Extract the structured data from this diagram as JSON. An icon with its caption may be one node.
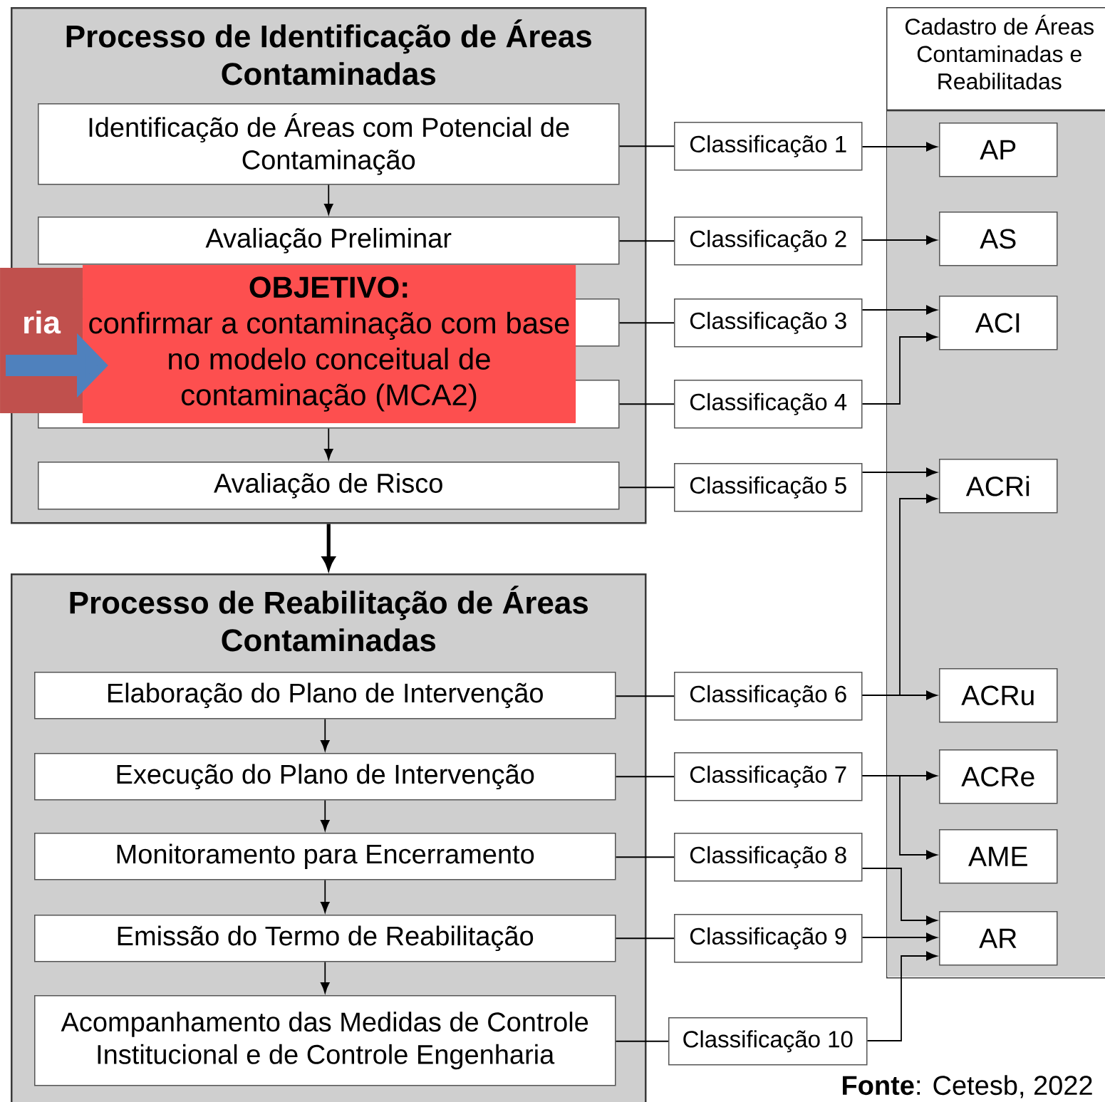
{
  "diagram": {
    "nodes": [
      {
        "text": [
          "Processo de Identificação de Áreas Contaminadas"
        ]
      },
      {
        "text": [
          "Identificação de Áreas com Potencial de Contaminação"
        ],
        "in": 0
      },
      {
        "text": [
          "Avaliação Preliminar"
        ],
        "in": 0
      },
      {
        "text": [],
        "shape": "box",
        "in": 0
      },
      {
        "text": [],
        "shape": "box",
        "in": 0
      },
      {
        "text": [
          "Avaliação de Risco"
        ],
        "in": 0
      },
      {
        "text": [
          "Processo de Reabilitação de Áreas Contaminadas"
        ]
      },
      {
        "text": [
          "Elaboração do Plano de Intervenção"
        ],
        "in": 6
      },
      {
        "text": [
          "Execução do Plano de Intervenção"
        ],
        "in": 6
      },
      {
        "text": [
          "Monitoramento para Encerramento"
        ],
        "in": 6
      },
      {
        "text": [
          "Emissão do Termo de Reabilitação"
        ],
        "in": 6
      },
      {
        "text": [
          "Acompanhamento das Medidas de Controle Institucional e de Controle Engenharia"
        ],
        "in": 6
      },
      {
        "text": [
          "Classificação 1"
        ]
      },
      {
        "text": [
          "Classificação 2"
        ]
      },
      {
        "text": [
          "Classificação 3"
        ]
      },
      {
        "text": [
          "Classificação 4"
        ]
      },
      {
        "text": [
          "Classificação 5"
        ]
      },
      {
        "text": [
          "Classificação 6"
        ]
      },
      {
        "text": [
          "Classificação 7"
        ]
      },
      {
        "text": [
          "Classificação 8"
        ]
      },
      {
        "text": [
          "Classificação 9"
        ]
      },
      {
        "text": [
          "Classificação 10"
        ]
      },
      {
        "text": [
          "Cadastro de Áreas Contaminadas e Reabilitadas"
        ]
      },
      {
        "text": [
          "AP"
        ],
        "in": 22
      },
      {
        "text": [
          "AS"
        ],
        "in": 22
      },
      {
        "text": [
          "ACI"
        ],
        "in": 22
      },
      {
        "text": [
          "ACRi"
        ],
        "in": 22
      },
      {
        "text": [
          "ACRu"
        ],
        "in": 22
      },
      {
        "text": [
          "ACRe"
        ],
        "in": 22
      },
      {
        "text": [
          "AME"
        ],
        "in": 22
      },
      {
        "text": [
          "AR"
        ],
        "in": 22
      },
      {
        "text": [
          "ria"
        ]
      },
      {
        "text": [
          "OBJETIVO:",
          "confirmar a contaminação com base no modelo conceitual de contaminação (MCA2)"
        ],
        "in": 0
      }
    ],
    "edges": [
      {
        "from": 1,
        "to": 2,
        "arrow": "to"
      },
      {
        "from": 4,
        "to": 5,
        "arrow": "to"
      },
      {
        "from": 0,
        "to": 6,
        "arrow": "to",
        "style": "thick"
      },
      {
        "from": 7,
        "to": 8,
        "arrow": "to"
      },
      {
        "from": 8,
        "to": 9,
        "arrow": "to"
      },
      {
        "from": 9,
        "to": 10,
        "arrow": "to"
      },
      {
        "from": 10,
        "to": 11,
        "arrow": "to"
      },
      {
        "from": 1,
        "to": 12,
        "arrow": "none"
      },
      {
        "from": 2,
        "to": 13,
        "arrow": "none"
      },
      {
        "from": 3,
        "to": 14,
        "arrow": "none"
      },
      {
        "from": 4,
        "to": 15,
        "arrow": "none"
      },
      {
        "from": 5,
        "to": 16,
        "arrow": "none"
      },
      {
        "from": 7,
        "to": 17,
        "arrow": "none"
      },
      {
        "from": 8,
        "to": 18,
        "arrow": "none"
      },
      {
        "from": 9,
        "to": 19,
        "arrow": "none"
      },
      {
        "from": 10,
        "to": 20,
        "arrow": "none"
      },
      {
        "from": 11,
        "to": 21,
        "arrow": "none"
      },
      {
        "from": 12,
        "to": 23,
        "arrow": "to"
      },
      {
        "from": 13,
        "to": 24,
        "arrow": "to"
      },
      {
        "from": 14,
        "to": 25,
        "arrow": "to"
      },
      {
        "from": 15,
        "to": 25,
        "arrow": "to"
      },
      {
        "from": 16,
        "to": 26,
        "arrow": "to"
      },
      {
        "from": 17,
        "to": 26,
        "arrow": "to"
      },
      {
        "from": 17,
        "to": 27,
        "arrow": "to"
      },
      {
        "from": 18,
        "to": 28,
        "arrow": "to"
      },
      {
        "from": 18,
        "to": 29,
        "arrow": "to"
      },
      {
        "from": 19,
        "to": 30,
        "arrow": "to"
      },
      {
        "from": 20,
        "to": 30,
        "arrow": "to"
      },
      {
        "from": 21,
        "to": 30,
        "arrow": "to"
      },
      {
        "from": 31,
        "to": 32,
        "arrow": "to",
        "style": "thick",
        "color": "#4f81bd"
      }
    ],
    "labels": [
      "**Fonte**: Cetesb, 2022"
    ]
  }
}
